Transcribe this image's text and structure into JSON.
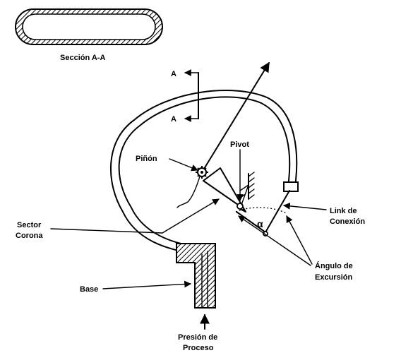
{
  "labels": {
    "section": "Sección A-A",
    "section_mark_top": "A",
    "section_mark_bottom": "A",
    "pinion": "Piñón",
    "pivot": "Pivot",
    "alpha": "α",
    "sector_line1": "Sector",
    "sector_line2": "Corona",
    "link_line1": "Link de",
    "link_line2": "Conexión",
    "angle_line1": "Ángulo de",
    "angle_line2": "Excursión",
    "base": "Base",
    "pressure_line1": "Presión de",
    "pressure_line2": "Proceso"
  }
}
